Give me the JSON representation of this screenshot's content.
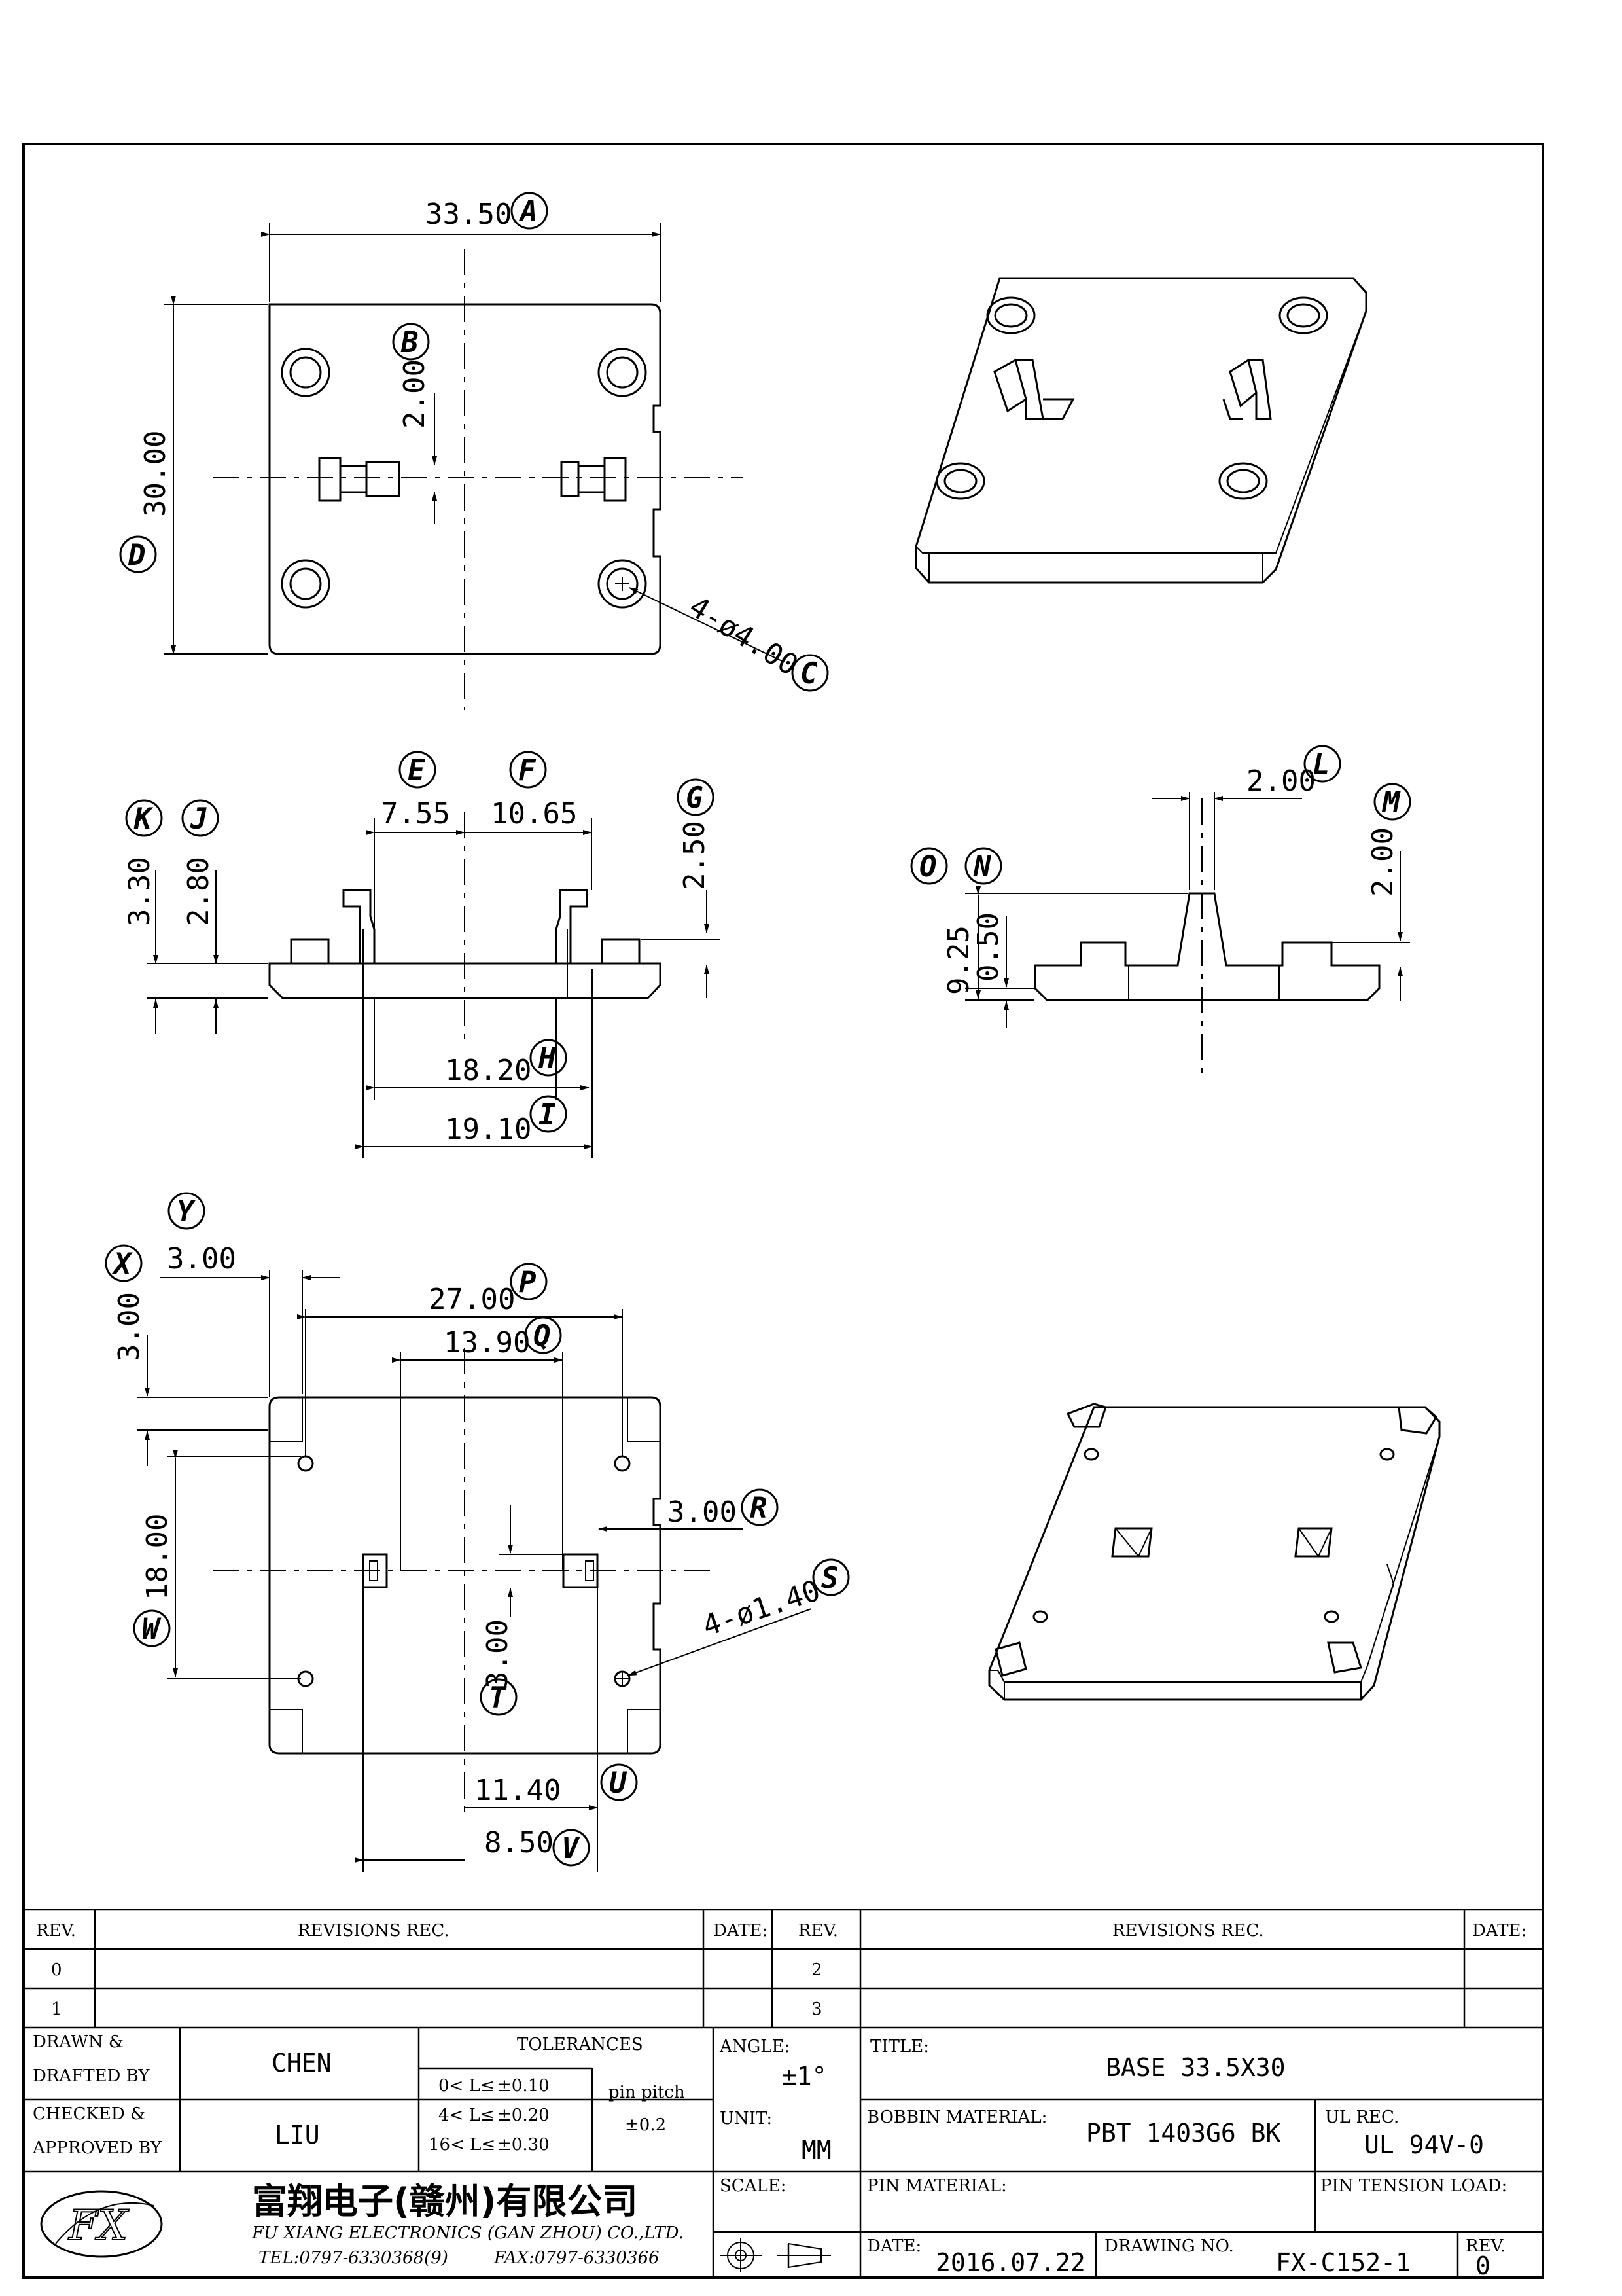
{
  "views": {
    "top": {
      "width": "33.50",
      "width_label": "A",
      "height": "30.00",
      "height_label": "D",
      "slot_offset": "2.00",
      "slot_label": "B",
      "hole_callout": "4-ø4.00",
      "hole_label": "C"
    },
    "front": {
      "e": "7.55",
      "e_label": "E",
      "f": "10.65",
      "f_label": "F",
      "g": "2.50",
      "g_label": "G",
      "h": "18.20",
      "h_label": "H",
      "i": "19.10",
      "i_label": "I",
      "k": "3.30",
      "k_label": "K",
      "j": "2.80",
      "j_label": "J"
    },
    "side": {
      "l": "2.00",
      "l_label": "L",
      "m": "2.00",
      "m_label": "M",
      "o": "9.25",
      "o_label": "O",
      "n": "0.50",
      "n_label": "N"
    },
    "bottom": {
      "y": "3.00",
      "y_label": "Y",
      "x": "3.00",
      "x_label": "X",
      "p": "27.00",
      "p_label": "P",
      "q": "13.90",
      "q_label": "Q",
      "r": "3.00",
      "r_label": "R",
      "w": "18.00",
      "w_label": "W",
      "s": "4-ø1.40",
      "s_label": "S",
      "t": "3.00",
      "t_label": "T",
      "u": "11.40",
      "u_label": "U",
      "v": "8.50",
      "v_label": "V"
    }
  },
  "title_block": {
    "rev_header": "REV.",
    "revisions_header": "REVISIONS  REC.",
    "date_header": "DATE:",
    "rev_left": [
      "0",
      "1"
    ],
    "rev_right": [
      "2",
      "3"
    ],
    "drawn_label_1": "DRAWN &",
    "drawn_label_2": "DRAFTED BY",
    "drawn_by": "CHEN",
    "checked_label_1": "CHECKED &",
    "checked_label_2": "APPROVED BY",
    "checked_by": "LIU",
    "tolerances_header": "TOLERANCES",
    "tol_rows": [
      {
        "range": "0< L≤",
        "val": "±0.10"
      },
      {
        "range": "4< L≤",
        "val": "±0.20"
      },
      {
        "range": "16< L≤",
        "val": "±0.30"
      }
    ],
    "pin_pitch_label": "pin pitch",
    "pin_pitch_value": "±0.2",
    "angle_label": "ANGLE:",
    "angle_value": "±1°",
    "unit_label": "UNIT:",
    "unit_value": "MM",
    "scale_label": "SCALE:",
    "title_label": "TITLE:",
    "title_value": "BASE 33.5X30",
    "bobbin_label": "BOBBIN MATERIAL:",
    "bobbin_value": "PBT 1403G6 BK",
    "ul_label": "UL REC.",
    "ul_value": "UL 94V-0",
    "pin_material_label": "PIN MATERIAL:",
    "pin_tension_label": "PIN TENSION LOAD:",
    "date_label": "DATE:",
    "date_value": "2016.07.22",
    "drawing_label": "DRAWING NO.",
    "drawing_value": "FX-C152-1",
    "rev_label": "REV.",
    "rev_value": "0",
    "company_cn": "富翔电子(赣州)有限公司",
    "company_en": "FU XIANG ELECTRONICS (GAN ZHOU) CO.,LTD.",
    "tel": "TEL:0797-6330368(9)",
    "fax": "FAX:0797-6330366",
    "logo_text": "FX"
  }
}
